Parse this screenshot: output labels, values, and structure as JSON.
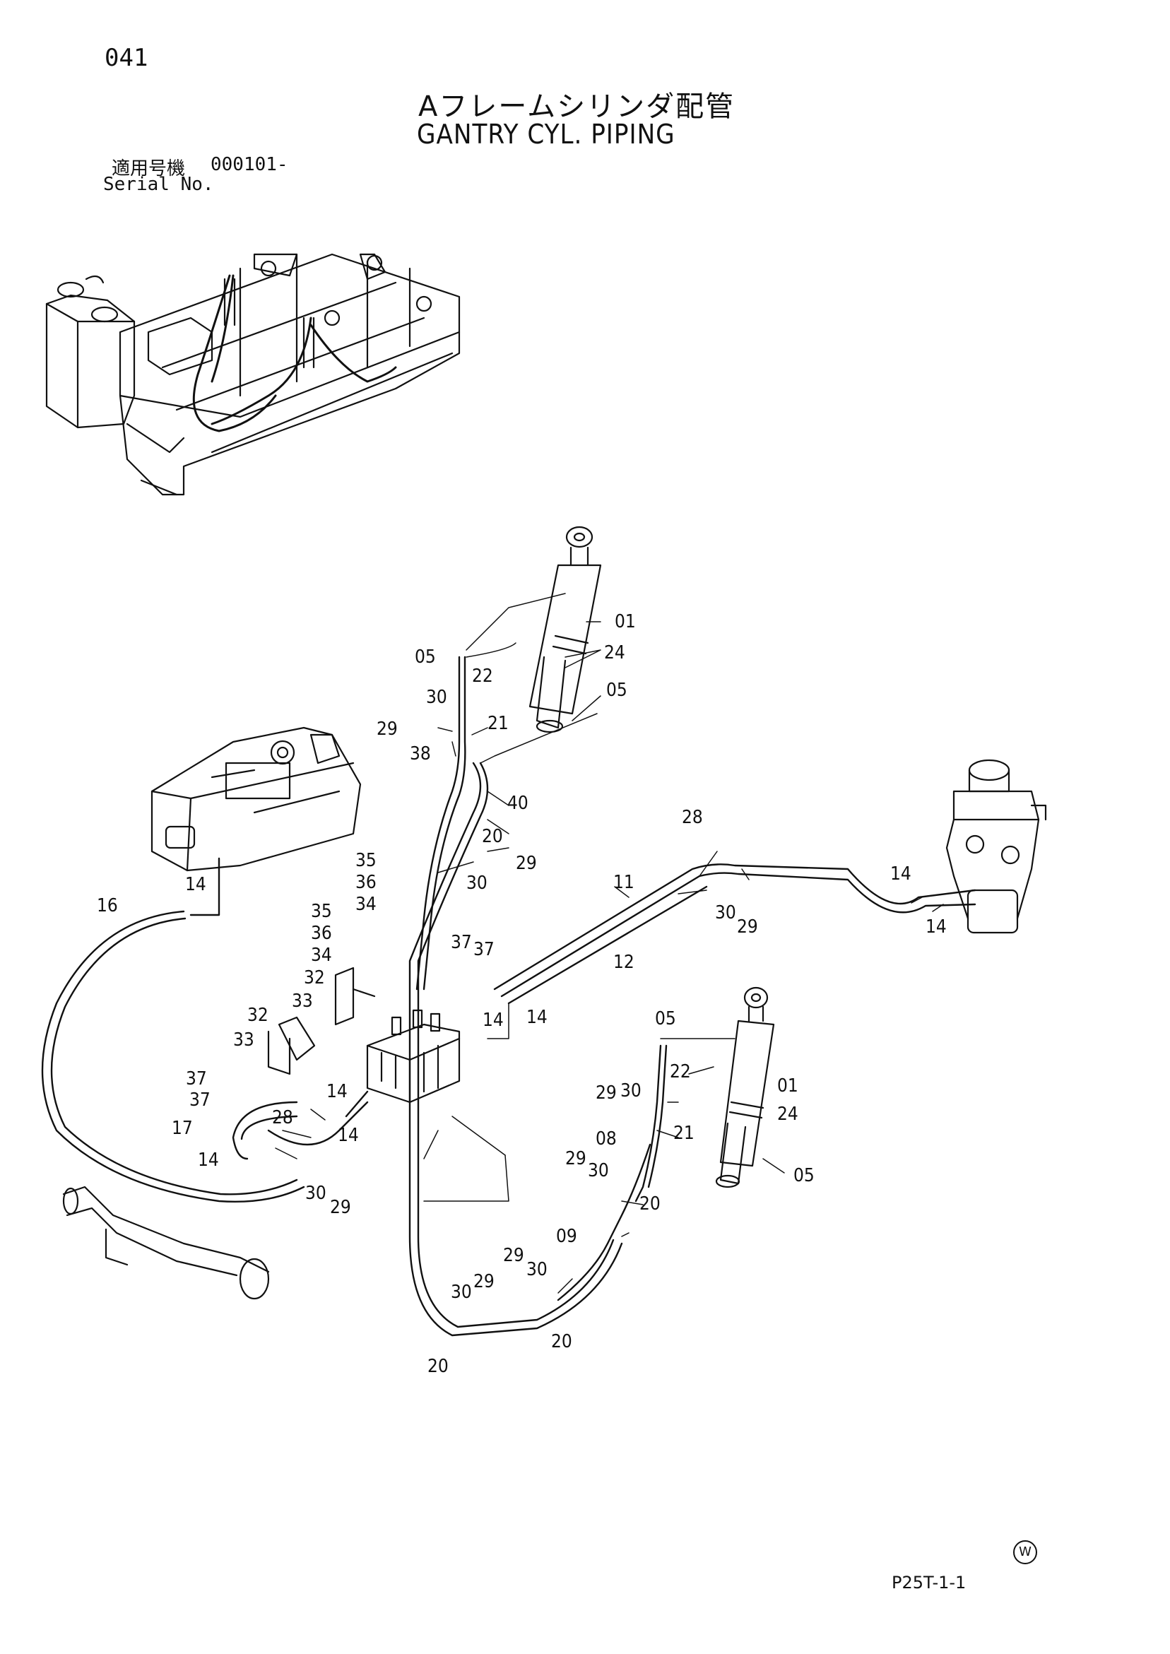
{
  "header": {
    "page_number": "041",
    "title_jp": "Aフレームシリンダ配管",
    "title_en": "GANTRY CYL. PIPING",
    "serial_label_jp": "適用号機",
    "serial_value": "000101-",
    "serial_label_en": "Serial No."
  },
  "footer": {
    "mark": "W",
    "drawing_code": "P25T-1-1"
  },
  "part_labels": [
    {
      "id": "p01a",
      "text": "01"
    },
    {
      "id": "p24a",
      "text": "24"
    },
    {
      "id": "p05a",
      "text": "05"
    },
    {
      "id": "p05b",
      "text": "05"
    },
    {
      "id": "p22a",
      "text": "22"
    },
    {
      "id": "p30a",
      "text": "30"
    },
    {
      "id": "p21a",
      "text": "21"
    },
    {
      "id": "p29a",
      "text": "29"
    },
    {
      "id": "p38",
      "text": "38"
    },
    {
      "id": "p40",
      "text": "40"
    },
    {
      "id": "p20a",
      "text": "20"
    },
    {
      "id": "p29b",
      "text": "29"
    },
    {
      "id": "p30b",
      "text": "30"
    },
    {
      "id": "p35a",
      "text": "35"
    },
    {
      "id": "p36a",
      "text": "36"
    },
    {
      "id": "p34a",
      "text": "34"
    },
    {
      "id": "p35b",
      "text": "35"
    },
    {
      "id": "p36b",
      "text": "36"
    },
    {
      "id": "p34b",
      "text": "34"
    },
    {
      "id": "p32a",
      "text": "32"
    },
    {
      "id": "p33a",
      "text": "33"
    },
    {
      "id": "p32b",
      "text": "32"
    },
    {
      "id": "p33b",
      "text": "33"
    },
    {
      "id": "p37a",
      "text": "37"
    },
    {
      "id": "p37b",
      "text": "37"
    },
    {
      "id": "p37c",
      "text": "37"
    },
    {
      "id": "p37d",
      "text": "37"
    },
    {
      "id": "p14a",
      "text": "14"
    },
    {
      "id": "p16",
      "text": "16"
    },
    {
      "id": "p14b",
      "text": "14"
    },
    {
      "id": "p14c",
      "text": "14"
    },
    {
      "id": "p11",
      "text": "11"
    },
    {
      "id": "p12",
      "text": "12"
    },
    {
      "id": "p28a",
      "text": "28"
    },
    {
      "id": "p30c",
      "text": "30"
    },
    {
      "id": "p29c",
      "text": "29"
    },
    {
      "id": "p14d",
      "text": "14"
    },
    {
      "id": "p14e",
      "text": "14"
    },
    {
      "id": "p14f",
      "text": "14"
    },
    {
      "id": "p14g",
      "text": "14"
    },
    {
      "id": "p17",
      "text": "17"
    },
    {
      "id": "p28b",
      "text": "28"
    },
    {
      "id": "p14h",
      "text": "14"
    },
    {
      "id": "p30d",
      "text": "30"
    },
    {
      "id": "p29d",
      "text": "29"
    },
    {
      "id": "p05c",
      "text": "05"
    },
    {
      "id": "p22b",
      "text": "22"
    },
    {
      "id": "p01b",
      "text": "01"
    },
    {
      "id": "p29e",
      "text": "29"
    },
    {
      "id": "p30e",
      "text": "30"
    },
    {
      "id": "p24b",
      "text": "24"
    },
    {
      "id": "p21b",
      "text": "21"
    },
    {
      "id": "p08",
      "text": "08"
    },
    {
      "id": "p05d",
      "text": "05"
    },
    {
      "id": "p29f",
      "text": "29"
    },
    {
      "id": "p30f",
      "text": "30"
    },
    {
      "id": "p20b",
      "text": "20"
    },
    {
      "id": "p09",
      "text": "09"
    },
    {
      "id": "p29g",
      "text": "29"
    },
    {
      "id": "p30g",
      "text": "30"
    },
    {
      "id": "p30h",
      "text": "30"
    },
    {
      "id": "p29h",
      "text": "29"
    },
    {
      "id": "p20c",
      "text": "20"
    },
    {
      "id": "p20d",
      "text": "20"
    }
  ]
}
